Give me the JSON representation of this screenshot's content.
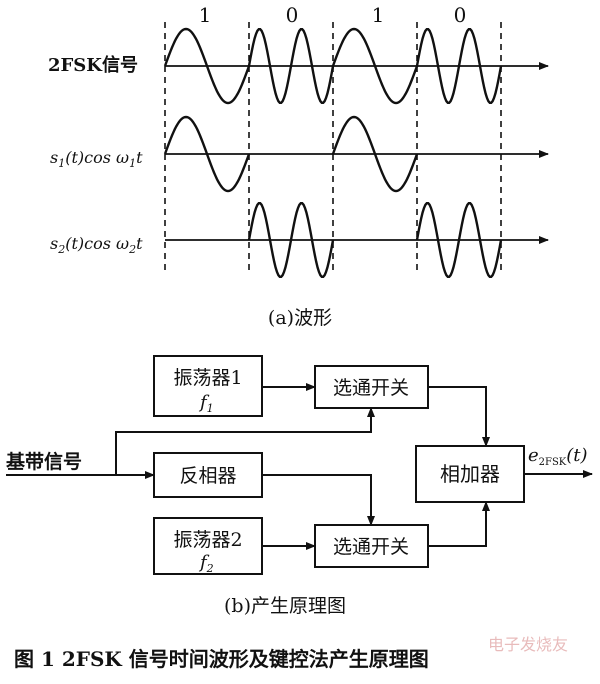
{
  "waveform": {
    "bits": [
      "1",
      "0",
      "1",
      "0"
    ],
    "row_labels": {
      "fsk": "2FSK信号",
      "s1_a": "s",
      "s1_b": "1",
      "s1_c": "(t)cos ω",
      "s1_d": "1",
      "s1_e": "t",
      "s2_a": "s",
      "s2_b": "2",
      "s2_c": "(t)cos ω",
      "s2_d": "2",
      "s2_e": "t"
    },
    "caption": "(a)波形"
  },
  "block_diagram": {
    "input_label": "基带信号",
    "osc1": {
      "name": "振荡器1",
      "freq": "f",
      "freq_sub": "1"
    },
    "osc2": {
      "name": "振荡器2",
      "freq": "f",
      "freq_sub": "2"
    },
    "inverter": "反相器",
    "gate_top": "选通开关",
    "gate_bottom": "选通开关",
    "adder": "相加器",
    "output_a": "e",
    "output_b": "2FSK",
    "output_c": "(t)",
    "caption": "(b)产生原理图"
  },
  "figure_caption": "图 1   2FSK 信号时间波形及键控法产生原理图",
  "watermark": "电子发烧友"
}
